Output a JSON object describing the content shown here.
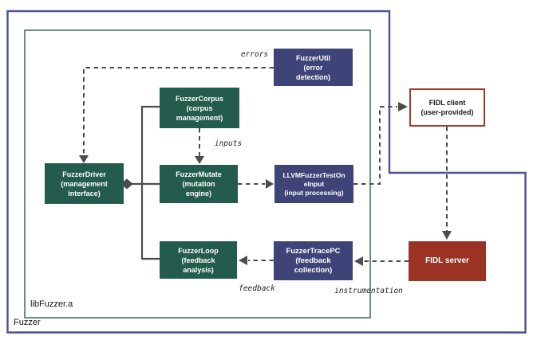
{
  "labels": {
    "outer_zone": "Fuzzer",
    "inner_zone": "libFuzzer.a"
  },
  "edges": {
    "errors": "errors",
    "inputs": "inputs",
    "feedback": "feedback",
    "instrumentation": "instrumentation"
  },
  "nodes": {
    "fuzzer_util": {
      "lines": [
        "FuzzerUtil",
        "(error",
        "detection)"
      ]
    },
    "fuzzer_corpus": {
      "lines": [
        "FuzzerCorpus",
        "(corpus",
        "management)"
      ]
    },
    "fuzzer_driver": {
      "lines": [
        "FuzzerDriver",
        "(management",
        "interface)"
      ]
    },
    "fuzzer_mutate": {
      "lines": [
        "FuzzerMutate",
        "(mutation",
        "engine)"
      ]
    },
    "llvm_fuzzer_test_one_input": {
      "lines": [
        "LLVMFuzzerTestOn",
        "eInput",
        "(input processing)"
      ]
    },
    "fuzzer_loop": {
      "lines": [
        "FuzzerLoop",
        "(feedback",
        "analysis)"
      ]
    },
    "fuzzer_trace_pc": {
      "lines": [
        "FuzzerTracePC",
        "(feedback",
        "collection)"
      ]
    },
    "fidl_client": {
      "lines": [
        "FIDL client",
        "(user-provided)"
      ]
    },
    "fidl_server": {
      "lines": [
        "FIDL server"
      ]
    }
  },
  "colors": {
    "green_box": "#235c4c",
    "navy_box": "#3f4478",
    "red_box": "#9a3324",
    "red_border": "#a33a28",
    "outer_border": "#4c5290",
    "inner_border": "#2d5c4d",
    "line": "#4d4d4d"
  }
}
